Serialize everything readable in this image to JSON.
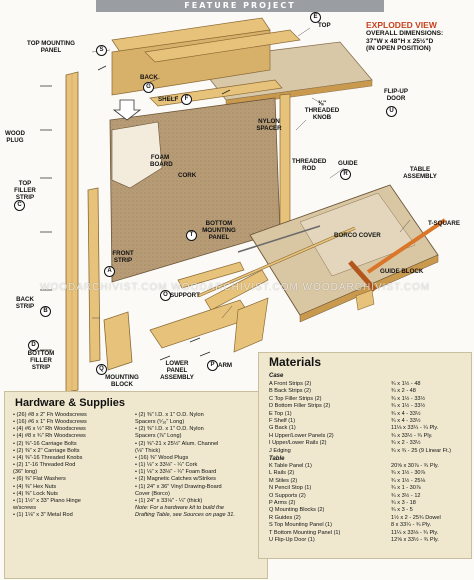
{
  "header": {
    "banner": "FEATURE PROJECT"
  },
  "exploded_view": {
    "title": "EXPLODED VIEW",
    "dims_line1": "OVERALL DIMENSIONS:",
    "dims_line2": "37\"W x 48\"H x 25½\"D",
    "dims_line3": "(IN OPEN POSITION)"
  },
  "labels": {
    "top_mounting_panel": "TOP MOUNTING PANEL",
    "back": "BACK",
    "top": "TOP",
    "shelf": "SHELF",
    "threaded_knob": "⅜\" THREADED KNOB",
    "flip_up_door": "FLIP-UP DOOR",
    "wood_plug": "WOOD PLUG",
    "foam_board": "FOAM BOARD",
    "cork": "CORK",
    "nylon_spacer": "NYLON SPACER",
    "threaded_rod": "THREADED ROD",
    "guide": "GUIDE",
    "table_assembly": "TABLE ASSEMBLY",
    "t_square": "T-SQUARE",
    "top_filler_strip": "TOP FILLER STRIP",
    "bottom_mounting_panel": "BOTTOM MOUNTING PANEL",
    "borco_cover": "BORCO COVER",
    "front_strip": "FRONT STRIP",
    "guide_block": "GUIDE BLOCK",
    "back_strip": "BACK STRIP",
    "support": "SUPPORT",
    "lower_panel_assembly": "LOWER PANEL ASSEMBLY",
    "arm": "ARM",
    "bottom_filler_strip": "BOTTOM FILLER STRIP",
    "mounting_block": "MOUNTING BLOCK"
  },
  "watermark": "WOODARCHIVIST.COM      WOODARCHIVIST.COM      WOODARCHIVIST.COM",
  "hardware": {
    "title": "Hardware & Supplies",
    "col1": [
      "• (26) #8 x 2\" Fh Woodscrews",
      "• (16) #6 x 1\" Fh Woodscrews",
      "• (4) #6 x ½\" Rh Woodscrews",
      "• (4) #8 x ¾\" Rh Woodscrews",
      "• (2) ⅜\"-16 Carriage Bolts",
      "• (2) ⅜\" x 2\" Carriage Bolts",
      "• (4) ⅜\"-16 Threaded Knobs",
      "• (2) 1\"-16 Threaded Rod",
      "     (36\" long)",
      "• (6) ⅜\" Flat Washers",
      "• (4) ⅜\" Hex Nuts",
      "• (4) ⅜\" Lock Nuts",
      "• (1) 1½\" x 33\" Piano Hinge",
      "     w/screws",
      "• (1) 1⅛\" x 3\" Metal Rod"
    ],
    "col2": [
      "• (2) ⅜\" I.D. x 1\" O.D. Nylon",
      "     Spacers (⁵⁄₁₆\" Long)",
      "• (2) ⅜\" I.D. x 1\" O.D. Nylon",
      "     Spacers (⅞\" Long)",
      "• (2) ⅝\"-21 x 25½\" Alum. Channel",
      "     (⅛\" Thick)",
      "• (16) ⅜\" Wood Plugs",
      "• (1) ⅛\" x 33⅛\" - ¼\" Cork",
      "• (1) ⅛\" x 33⅛\" - ¼\" Foam Board",
      "• (2) Magnetic Catches w/Strikes",
      "• (1) 24\" x 36\" Vinyl Drawing-Board",
      "     Cover (Borco)",
      "• (1) 24\" x 33⅛\" - ¼\" (thick)",
      "",
      "Note: For a hardware kit to build the",
      "Drafting Table, see Sources on page 31."
    ]
  },
  "materials": {
    "title": "Materials",
    "case_heading": "Case",
    "case": [
      {
        "name": "A   Front Strips (2)",
        "dim": "¾ x 1½ - 48"
      },
      {
        "name": "B   Back Strips (2)",
        "dim": "¾ x 2 - 48"
      },
      {
        "name": "C   Top Filler Strips (2)",
        "dim": "¾ x 1½ - 33½"
      },
      {
        "name": "D   Bottom Filler Strips (2)",
        "dim": "¾ x 1½ - 33½"
      },
      {
        "name": "E   Top (1)",
        "dim": "¾ x 4 - 33½"
      },
      {
        "name": "F   Shelf (1)",
        "dim": "¾ x 4 - 33½"
      },
      {
        "name": "G   Back (1)",
        "dim": "11⅛ x 33¼ - ¼ Ply."
      },
      {
        "name": "H   Upper/Lower Panels (2)",
        "dim": "¾ x 33½ - ¾ Ply."
      },
      {
        "name": "I   Upper/Lower Rails (2)",
        "dim": "¾ x 2 - 33½"
      },
      {
        "name": "J   Edging",
        "dim": "¾ x ¾ - 25 (9 Linear Ft.)"
      }
    ],
    "table_heading": "Table",
    "table": [
      {
        "name": "K   Table Panel (1)",
        "dim": "20⅝ x 30⅞ - ¾ Ply."
      },
      {
        "name": "L   Rails (2)",
        "dim": "¾ x 1½ - 30⅞"
      },
      {
        "name": "M   Stiles (2)",
        "dim": "¾ x 1½ - 25⅛"
      },
      {
        "name": "N   Pencil Stop (1)",
        "dim": "¾ x 1 - 30⅞"
      },
      {
        "name": "O   Supports (2)",
        "dim": "¾ x 3½ - 12"
      },
      {
        "name": "P   Arms (2)",
        "dim": "¾ x 3 - 18"
      },
      {
        "name": "Q   Mounting Blocks (2)",
        "dim": "¾ x 3 - 5"
      },
      {
        "name": "R   Guides (2)",
        "dim": "1½ x 2 - 25¾ Dowel"
      },
      {
        "name": "S   Top Mounting Panel (1)",
        "dim": "8 x 33¼ - ¾ Ply."
      },
      {
        "name": "T   Bottom Mounting Panel (1)",
        "dim": "11¼ x 33⅛ - ¾ Ply."
      },
      {
        "name": "U   Flip-Up Door (1)",
        "dim": "12⅝ x 33½ - ¾ Ply."
      }
    ]
  },
  "colors": {
    "wood": "#e7c27a",
    "wood_dark": "#c99a4e",
    "board": "#b89b73",
    "panel": "#efe8cf",
    "accent": "#c8411f"
  }
}
